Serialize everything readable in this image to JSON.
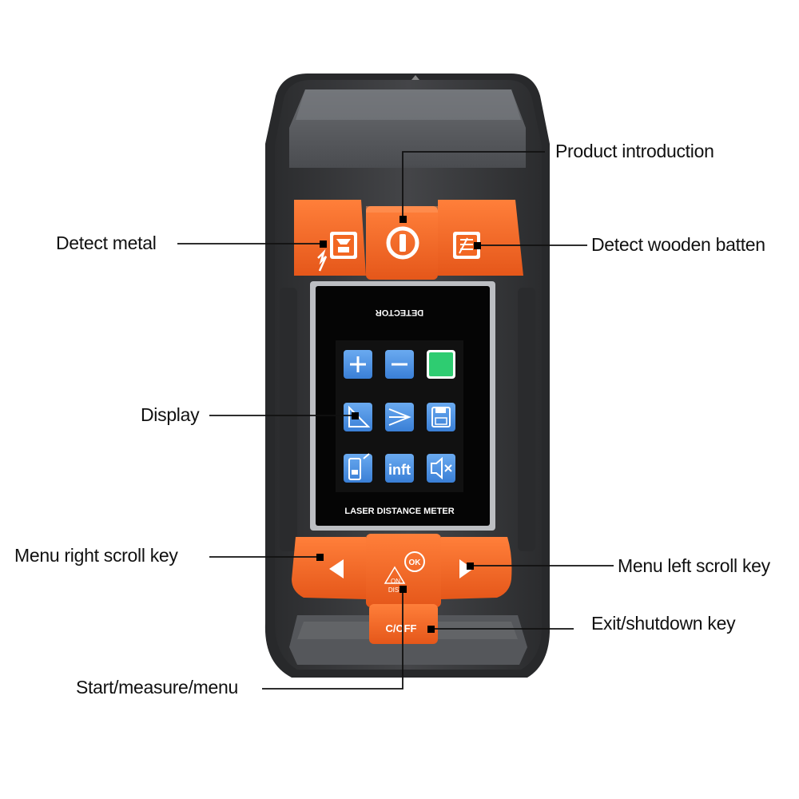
{
  "device": {
    "screen_header": "DETECTOR",
    "screen_footer": "LASER DISTANCE METER",
    "icon_tiles": [
      {
        "row": 1,
        "icons": [
          "plus-icon",
          "minus-icon",
          "green-square-icon"
        ]
      },
      {
        "row": 2,
        "icons": [
          "triangle-ruler-icon",
          "laser-beam-icon",
          "save-disk-icon"
        ]
      },
      {
        "row": 3,
        "icons": [
          "distance-meter-icon",
          "inft-unit-icon",
          "mute-speaker-icon"
        ]
      }
    ],
    "unit_label": "inft",
    "ok_label": "OK",
    "on_label": "ON",
    "dist_label": "DIST",
    "off_label": "C/OFF"
  },
  "callouts": {
    "product_intro": "Product introduction",
    "detect_metal": "Detect metal",
    "detect_wood": "Detect wooden batten",
    "display": "Display",
    "menu_right": "Menu right scroll key",
    "menu_left": "Menu left scroll key",
    "exit": "Exit/shutdown key",
    "start": "Start/measure/menu"
  },
  "colors": {
    "body": "#3a3b3d",
    "orange": "#f26722",
    "screen": "#050505",
    "tile_blue": "#4a90e2",
    "tile_green": "#2ecc71"
  }
}
